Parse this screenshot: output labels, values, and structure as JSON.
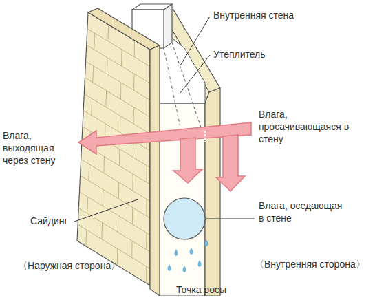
{
  "diagram": {
    "labels": [
      "Внутренняя стена",
      "Утеплитель",
      "Влага, просачивающаяся в стену",
      "Влага, выходящая через стену",
      "Сайдинг",
      "Влага, оседающая в стене",
      "〈Наружная сторона〉",
      "〈Внутренняя сторона〉",
      "Точка росы"
    ]
  }
}
